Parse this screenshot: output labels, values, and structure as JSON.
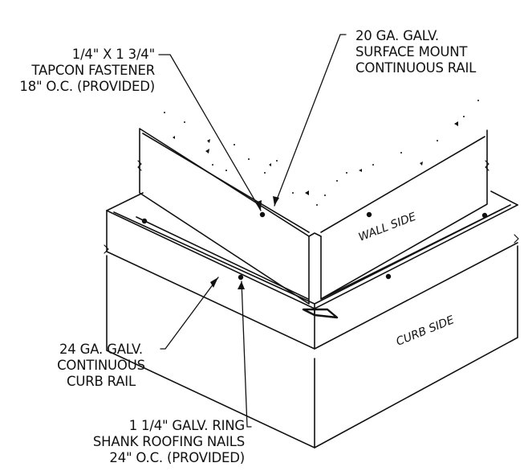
{
  "callouts": {
    "tapcon": [
      "1/4\" X 1 3/4\"",
      "TAPCON FASTENER",
      "18\" O.C. (PROVIDED)"
    ],
    "surface_rail": [
      "20 GA. GALV.",
      "SURFACE MOUNT",
      "CONTINUOUS RAIL"
    ],
    "curb_rail": [
      "24 GA. GALV.",
      "CONTINUOUS",
      "CURB RAIL"
    ],
    "nails": [
      "1 1/4\" GALV. RING",
      "SHANK ROOFING NAILS",
      "24\" O.C. (PROVIDED)"
    ]
  },
  "surface_labels": {
    "wall_side": "WALL SIDE",
    "curb_side": "CURB SIDE"
  }
}
